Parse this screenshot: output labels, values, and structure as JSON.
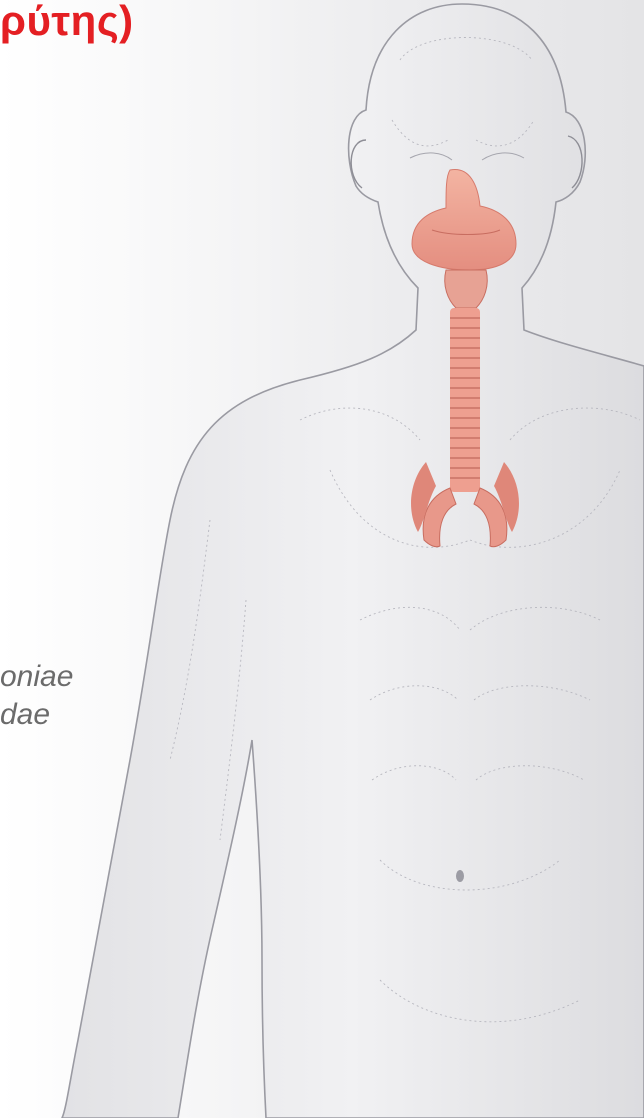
{
  "slide": {
    "title": "ρύτης)",
    "caption_lines": [
      "oniae",
      "dae"
    ],
    "colors": {
      "title": "#e41f23",
      "caption": "#6b6b6b",
      "body": "#ebebed",
      "body_outline": "#9a9aa2",
      "organ": "#ec9a8a"
    }
  },
  "figure": {
    "subject": "human-torso-illustration",
    "highlighted_organs": [
      "nose-mouth-icon",
      "larynx-icon",
      "trachea-icon",
      "bronchi-icon"
    ]
  }
}
